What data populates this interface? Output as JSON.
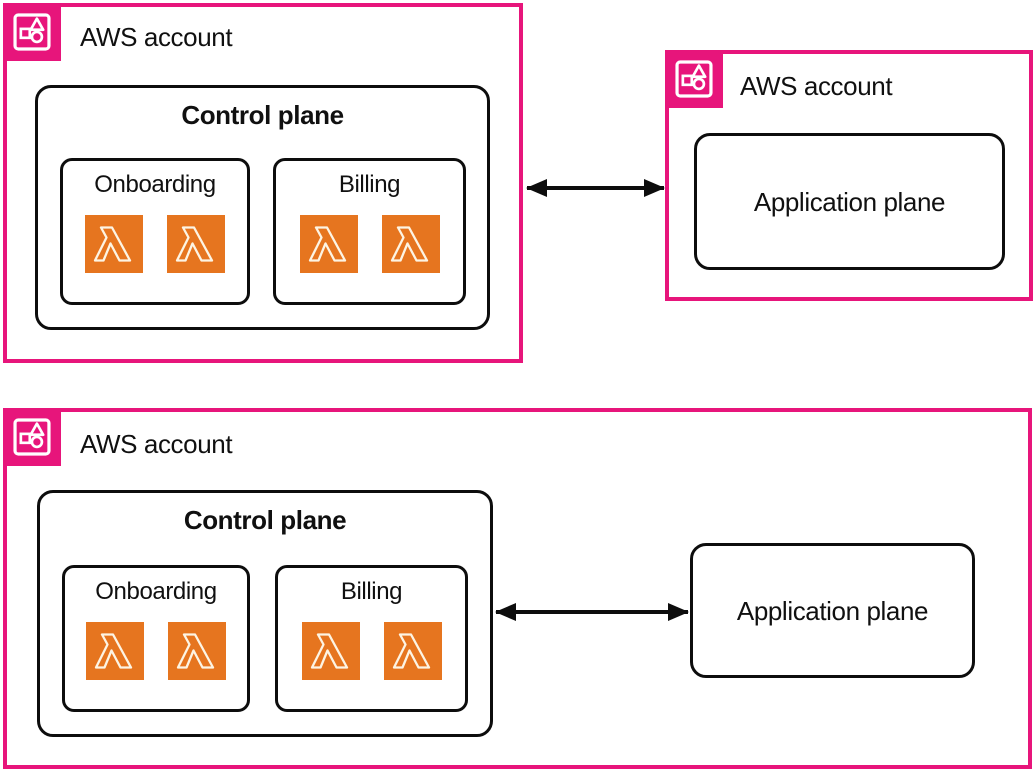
{
  "colors": {
    "pink": "#E7157B",
    "orange": "#E6751F",
    "line": "#0d0d0d",
    "glyph_stroke": "#FDF4E3",
    "bg": "#ffffff"
  },
  "icons": {
    "account_badge": "aws-account-icon",
    "function": "lambda-icon"
  },
  "top_diagram": {
    "left_account": {
      "label": "AWS account",
      "control_plane": {
        "title": "Control plane",
        "onboarding": {
          "label": "Onboarding",
          "lambda_count": 2
        },
        "billing": {
          "label": "Billing",
          "lambda_count": 2
        }
      }
    },
    "connector": "bidirectional-arrow",
    "right_account": {
      "label": "AWS account",
      "application_plane": {
        "label": "Application plane"
      }
    }
  },
  "bottom_diagram": {
    "account": {
      "label": "AWS account",
      "control_plane": {
        "title": "Control plane",
        "onboarding": {
          "label": "Onboarding",
          "lambda_count": 2
        },
        "billing": {
          "label": "Billing",
          "lambda_count": 2
        }
      },
      "connector": "bidirectional-arrow",
      "application_plane": {
        "label": "Application plane"
      }
    }
  }
}
